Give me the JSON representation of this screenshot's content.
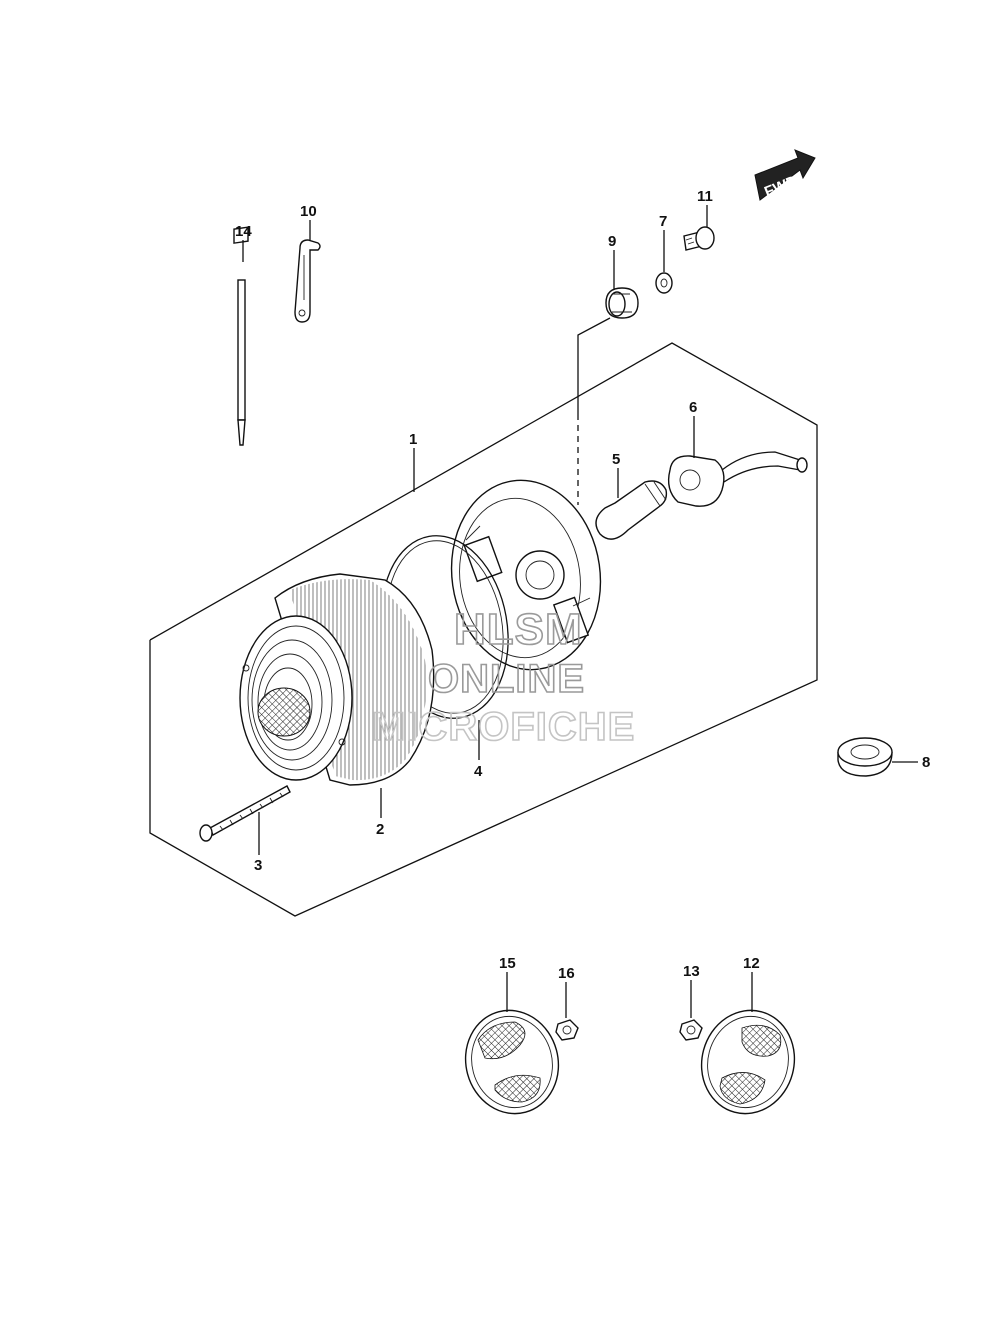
{
  "diagram": {
    "fwd_label": "FWD",
    "watermark": [
      "HLSM",
      "ONLINE",
      "MICROFICHE"
    ],
    "callouts": [
      {
        "id": "1",
        "label": "1"
      },
      {
        "id": "2",
        "label": "2"
      },
      {
        "id": "3",
        "label": "3"
      },
      {
        "id": "4",
        "label": "4"
      },
      {
        "id": "5",
        "label": "5"
      },
      {
        "id": "6",
        "label": "6"
      },
      {
        "id": "7",
        "label": "7"
      },
      {
        "id": "8",
        "label": "8"
      },
      {
        "id": "9",
        "label": "9"
      },
      {
        "id": "10",
        "label": "10"
      },
      {
        "id": "11",
        "label": "11"
      },
      {
        "id": "12",
        "label": "12"
      },
      {
        "id": "13",
        "label": "13"
      },
      {
        "id": "14",
        "label": "14"
      },
      {
        "id": "15",
        "label": "15"
      },
      {
        "id": "16",
        "label": "16"
      }
    ]
  }
}
